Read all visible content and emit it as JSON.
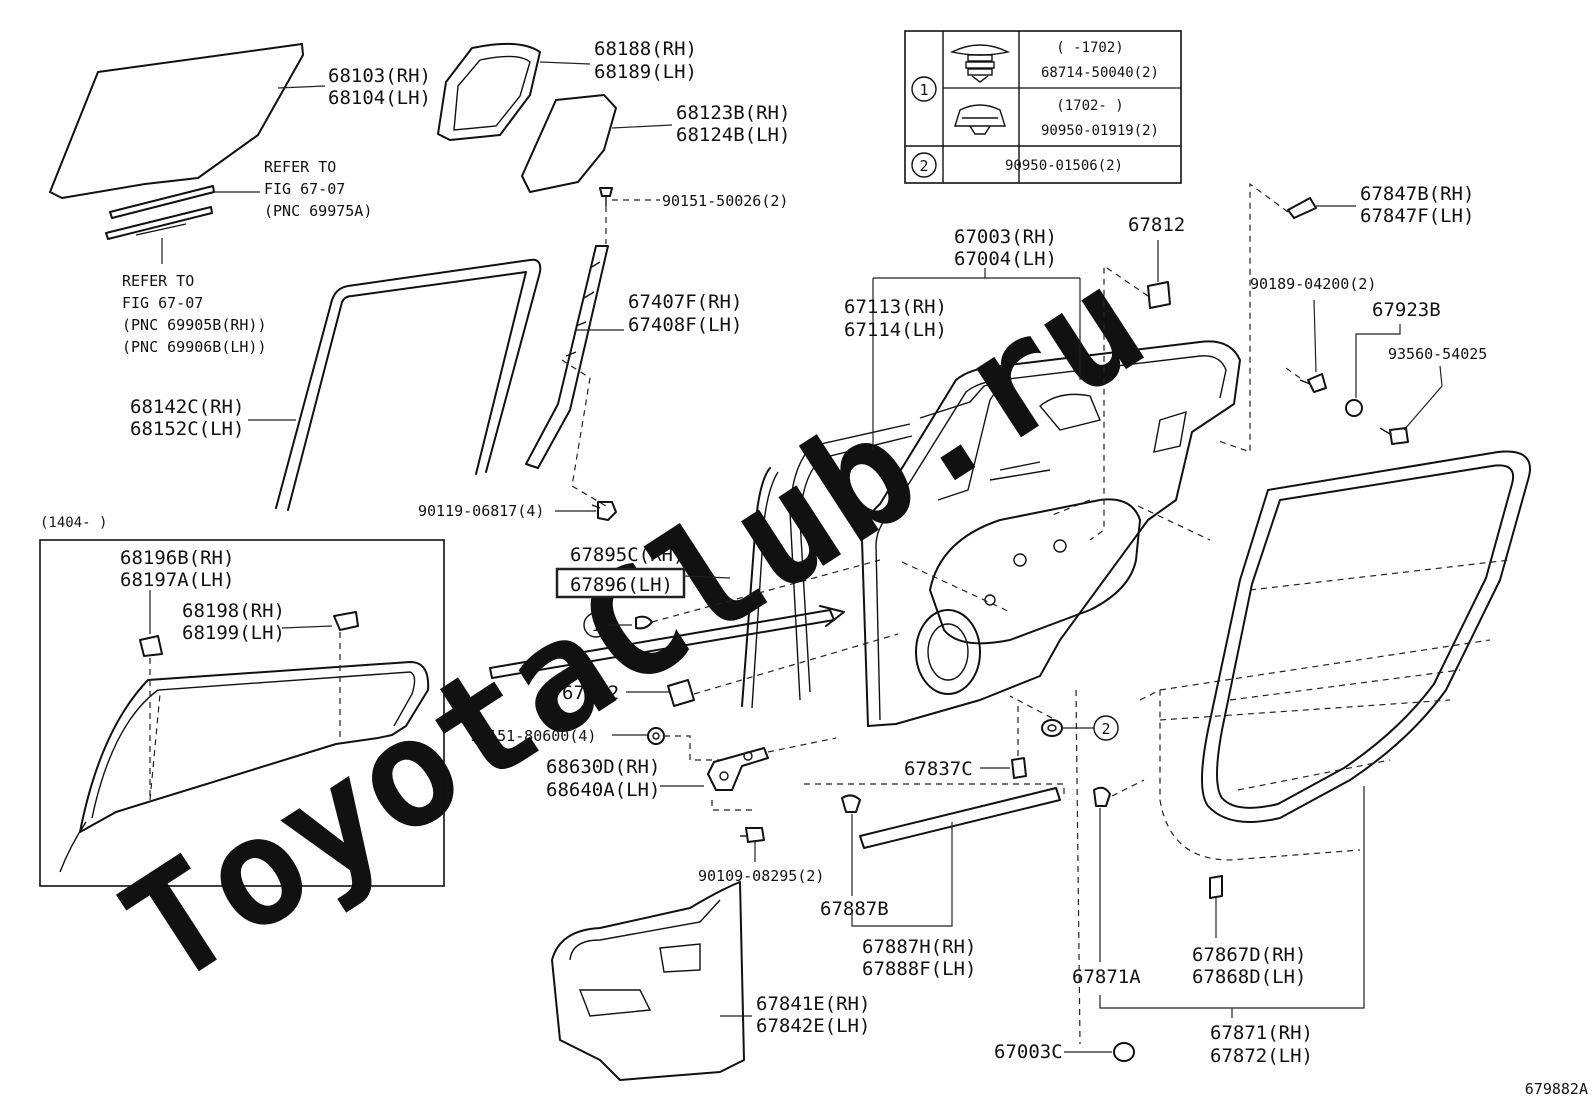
{
  "watermark": "ToyotaClub.ru",
  "figure_id": "679882A",
  "legend": {
    "row1_marker": "1",
    "row1a_date": "(    -1702)",
    "row1a_part": "68714-50040(2)",
    "row1b_date": "(1702-    )",
    "row1b_part": "90950-01919(2)",
    "row2_marker": "2",
    "row2_part": "90950-01506(2)"
  },
  "labels": {
    "p68103": "68103(RH)",
    "p68104": "68104(LH)",
    "p68188": "68188(RH)",
    "p68189": "68189(LH)",
    "p68123B": "68123B(RH)",
    "p68124B": "68124B(LH)",
    "ref1_a": "REFER TO",
    "ref1_b": "FIG 67-07",
    "ref1_c": "(PNC 69975A)",
    "ref2_a": "REFER TO",
    "ref2_b": "FIG 67-07",
    "ref2_c": "(PNC 69905B(RH))",
    "ref2_d": "(PNC 69906B(LH))",
    "p90151": "90151-50026(2)",
    "p67407F": "67407F(RH)",
    "p67408F": "67408F(LH)",
    "p68142C": "68142C(RH)",
    "p68152C": "68152C(LH)",
    "p90119": "90119-06817(4)",
    "inset_date": "(1404-    )",
    "p68196B": "68196B(RH)",
    "p68197A": "68197A(LH)",
    "p68198": "68198(RH)",
    "p68199": "68199(LH)",
    "p67895C": "67895C(RH)",
    "p67896": "67896(LH)",
    "marker1": "1",
    "p67812a": "67812",
    "p94151": "94151-80600(4)",
    "p68630D": "68630D(RH)",
    "p68640A": "68640A(LH)",
    "p90109": "90109-08295(2)",
    "p67003": "67003(RH)",
    "p67004": "67004(LH)",
    "p67113": "67113(RH)",
    "p67114": "67114(LH)",
    "p67812b": "67812",
    "p67847B": "67847B(RH)",
    "p67847F": "67847F(LH)",
    "p90189": "90189-04200(2)",
    "p67923B": "67923B",
    "p93560": "93560-54025",
    "marker2": "2",
    "p67837C": "67837C",
    "p67887B": "67887B",
    "p67887H": "67887H(RH)",
    "p67888F": "67888F(LH)",
    "p67841E": "67841E(RH)",
    "p67842E": "67842E(LH)",
    "p67871A": "67871A",
    "p67867D": "67867D(RH)",
    "p67868D": "67868D(LH)",
    "p67003C": "67003C",
    "p67871": "67871(RH)",
    "p67872": "67872(LH)"
  }
}
